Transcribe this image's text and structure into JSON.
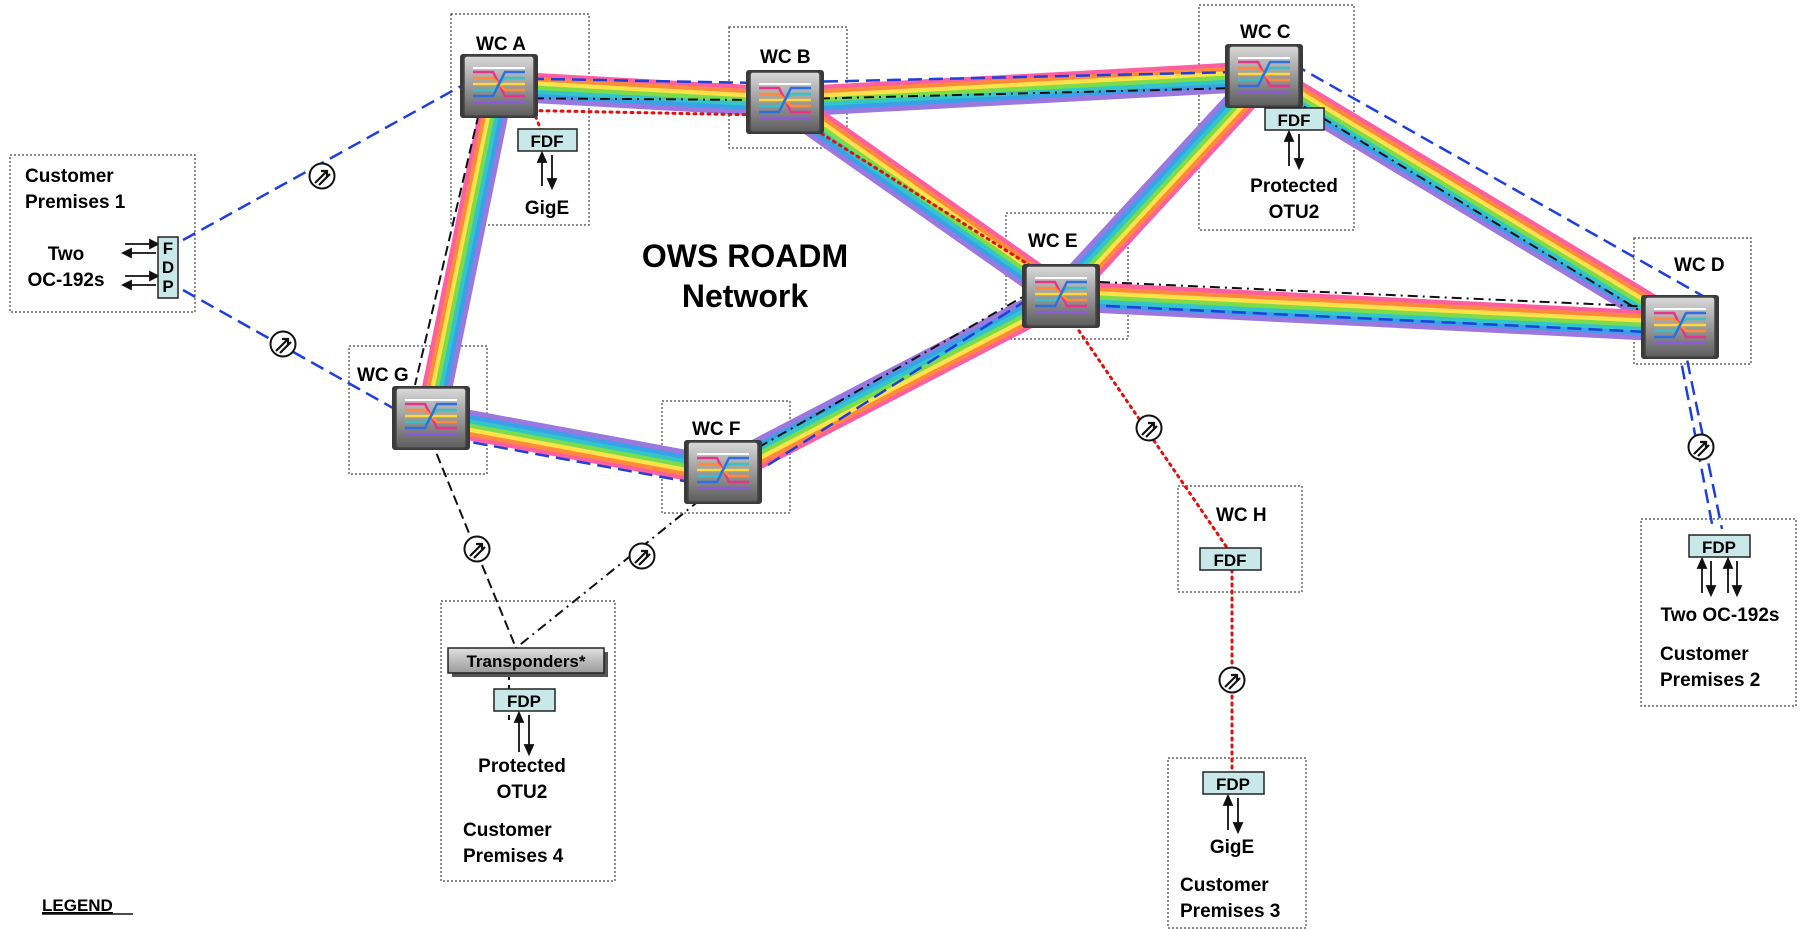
{
  "network_title": [
    "OWS ROADM",
    "Network"
  ],
  "legend_label": "LEGEND",
  "nodes": {
    "A": {
      "label": "WC A"
    },
    "B": {
      "label": "WC B"
    },
    "C": {
      "label": "WC C"
    },
    "D": {
      "label": "WC D"
    },
    "E": {
      "label": "WC E"
    },
    "F": {
      "label": "WC F"
    },
    "G": {
      "label": "WC G"
    },
    "H": {
      "label": "WC H"
    }
  },
  "panels": {
    "fdf_a": "FDF",
    "gige_a": "GigE",
    "fdf_c": "FDF",
    "protected_c": [
      "Protected",
      "OTU2"
    ],
    "fdf_h": "FDF",
    "customer1": [
      "Customer",
      "Premises 1"
    ],
    "customer1_service": [
      "Two",
      "OC-192s"
    ],
    "fdp_vertical": [
      "F",
      "D",
      "P"
    ],
    "customer2_fdp": "FDP",
    "customer2_service": "Two OC-192s",
    "customer2": [
      "Customer",
      "Premises 2"
    ],
    "customer3_fdp": "FDP",
    "customer3_service": "GigE",
    "customer3": [
      "Customer",
      "Premises 3"
    ],
    "transponders": "Transponders*",
    "customer4_fdp": "FDP",
    "customer4_service": [
      "Protected",
      "OTU2"
    ],
    "customer4": [
      "Customer",
      "Premises 4"
    ]
  },
  "colors": {
    "rainbow": [
      "#ff5fa0",
      "#ff8a3c",
      "#ffe14a",
      "#7ddc4a",
      "#33c6c9",
      "#3aa0e8",
      "#9a78e0"
    ],
    "blue_dash": "#1f3fdc",
    "red_dot": "#e01010",
    "black_dashdot": "#111111",
    "fdp_fill": "#c9e8ea"
  },
  "icons": {
    "roadm": "roadm-switch-icon",
    "amplifier": "amplifier-icon",
    "arrows": "bidirectional-arrow-icon"
  }
}
